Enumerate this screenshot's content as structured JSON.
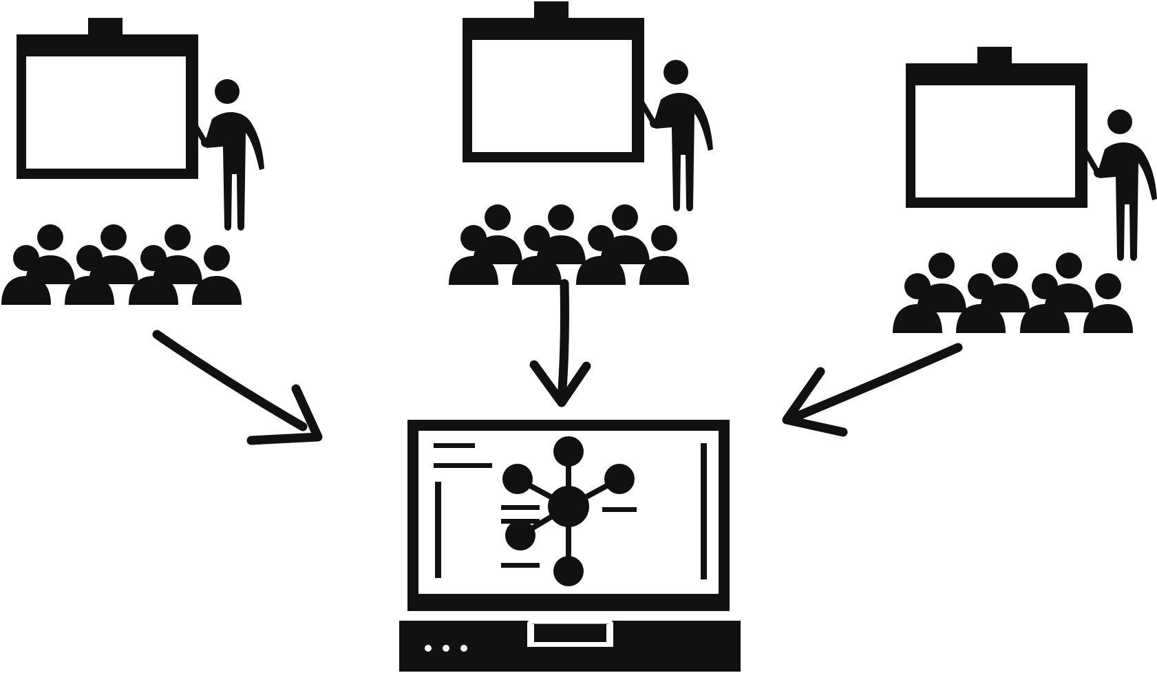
{
  "colors": {
    "ink": "#111111",
    "paper": "#ffffff"
  },
  "scenes": [
    {
      "id": "classroom-left",
      "audience_count": 7
    },
    {
      "id": "classroom-center",
      "audience_count": 7
    },
    {
      "id": "classroom-right",
      "audience_count": 7
    }
  ],
  "icons": {
    "whiteboard": "whiteboard-icon",
    "presenter": "presenter-icon",
    "audience_member": "audience-member-icon",
    "arrow": "curved-arrow-icon",
    "computer": "computer-icon",
    "network": "network-graph-icon"
  }
}
